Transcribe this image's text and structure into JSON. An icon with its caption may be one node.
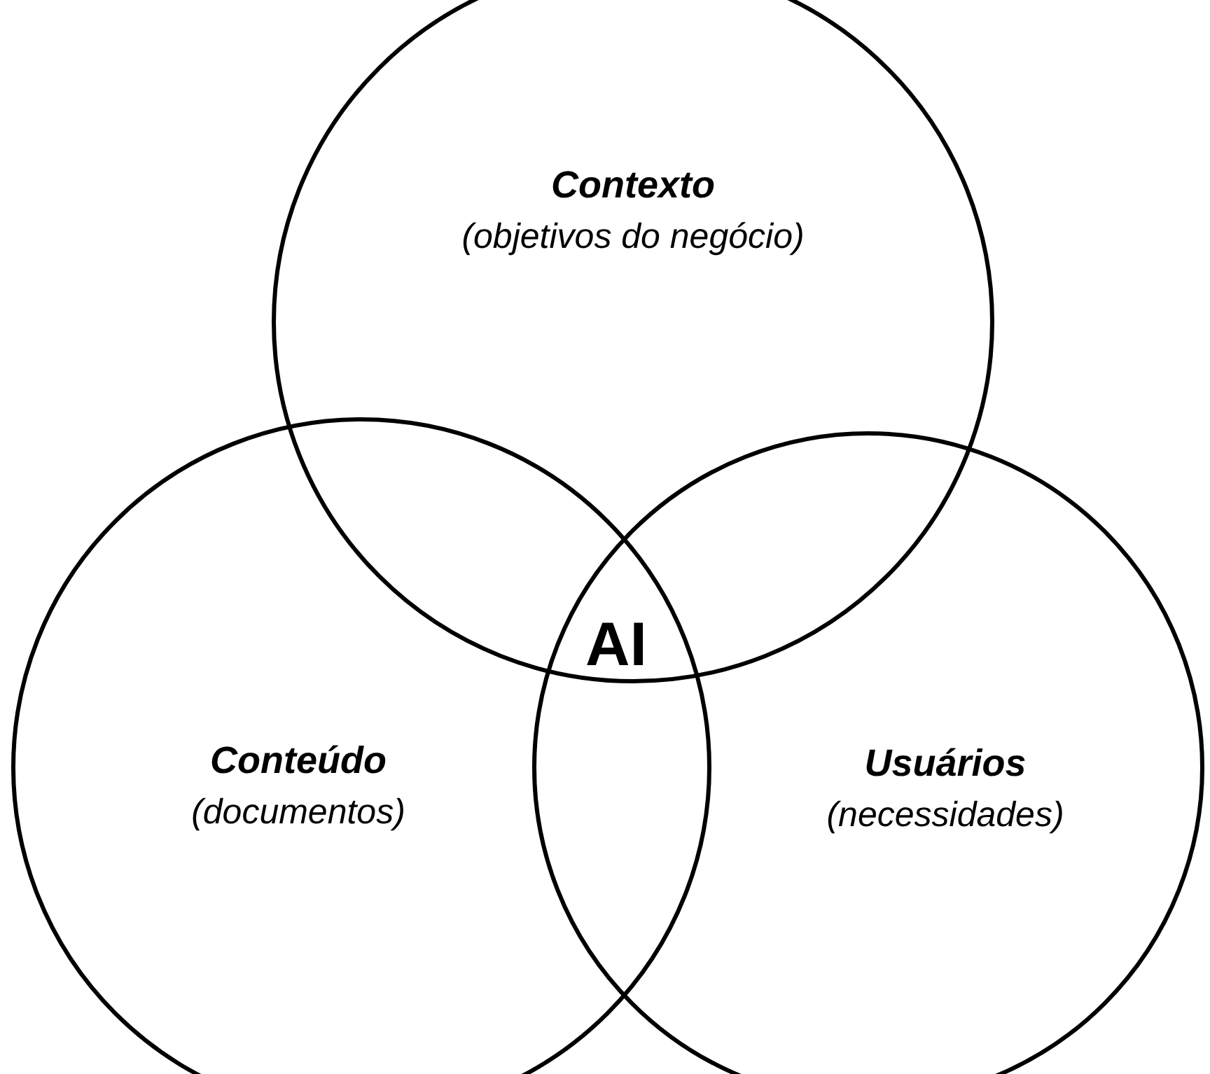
{
  "diagram": {
    "nodes": [
      {
        "text": [
          "Contexto",
          "(objetivos do negócio)"
        ]
      },
      {
        "text": [
          "Conteúdo",
          "(documentos)"
        ]
      },
      {
        "text": [
          "Usuários",
          "(necessidades)"
        ]
      }
    ],
    "labels": [
      "AI"
    ]
  }
}
